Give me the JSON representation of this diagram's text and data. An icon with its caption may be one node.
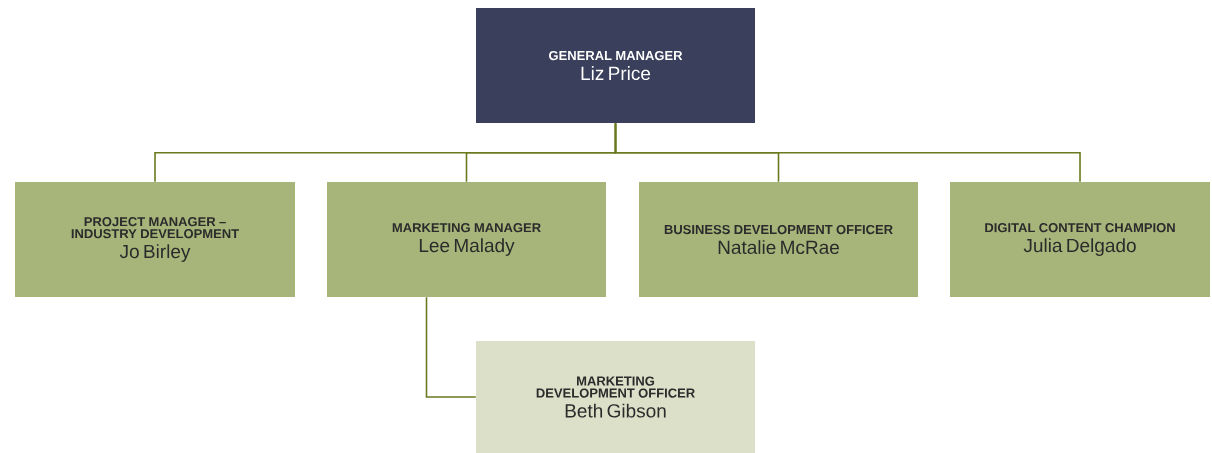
{
  "diagram": {
    "nodes": [
      {
        "text": [
          "GENERAL MANAGER",
          "Liz Price"
        ]
      },
      {
        "text": [
          "PROJECT MANAGER – INDUSTRY DEVELOPMENT",
          "Jo Birley"
        ]
      },
      {
        "text": [
          "MARKETING MANAGER",
          "Lee Malady"
        ]
      },
      {
        "text": [
          "BUSINESS DEVELOPMENT OFFICER",
          "Natalie McRae"
        ]
      },
      {
        "text": [
          "DIGITAL CONTENT CHAMPION",
          "Julia Delgado"
        ]
      },
      {
        "text": [
          "MARKETING DEVELOPMENT OFFICER",
          "Beth Gibson"
        ]
      }
    ],
    "edges": [
      {
        "from": 0,
        "to": 1,
        "arrow": "none"
      },
      {
        "from": 0,
        "to": 2,
        "arrow": "none"
      },
      {
        "from": 0,
        "to": 3,
        "arrow": "none"
      },
      {
        "from": 0,
        "to": 4,
        "arrow": "none"
      },
      {
        "from": 2,
        "to": 5,
        "arrow": "none"
      }
    ]
  }
}
